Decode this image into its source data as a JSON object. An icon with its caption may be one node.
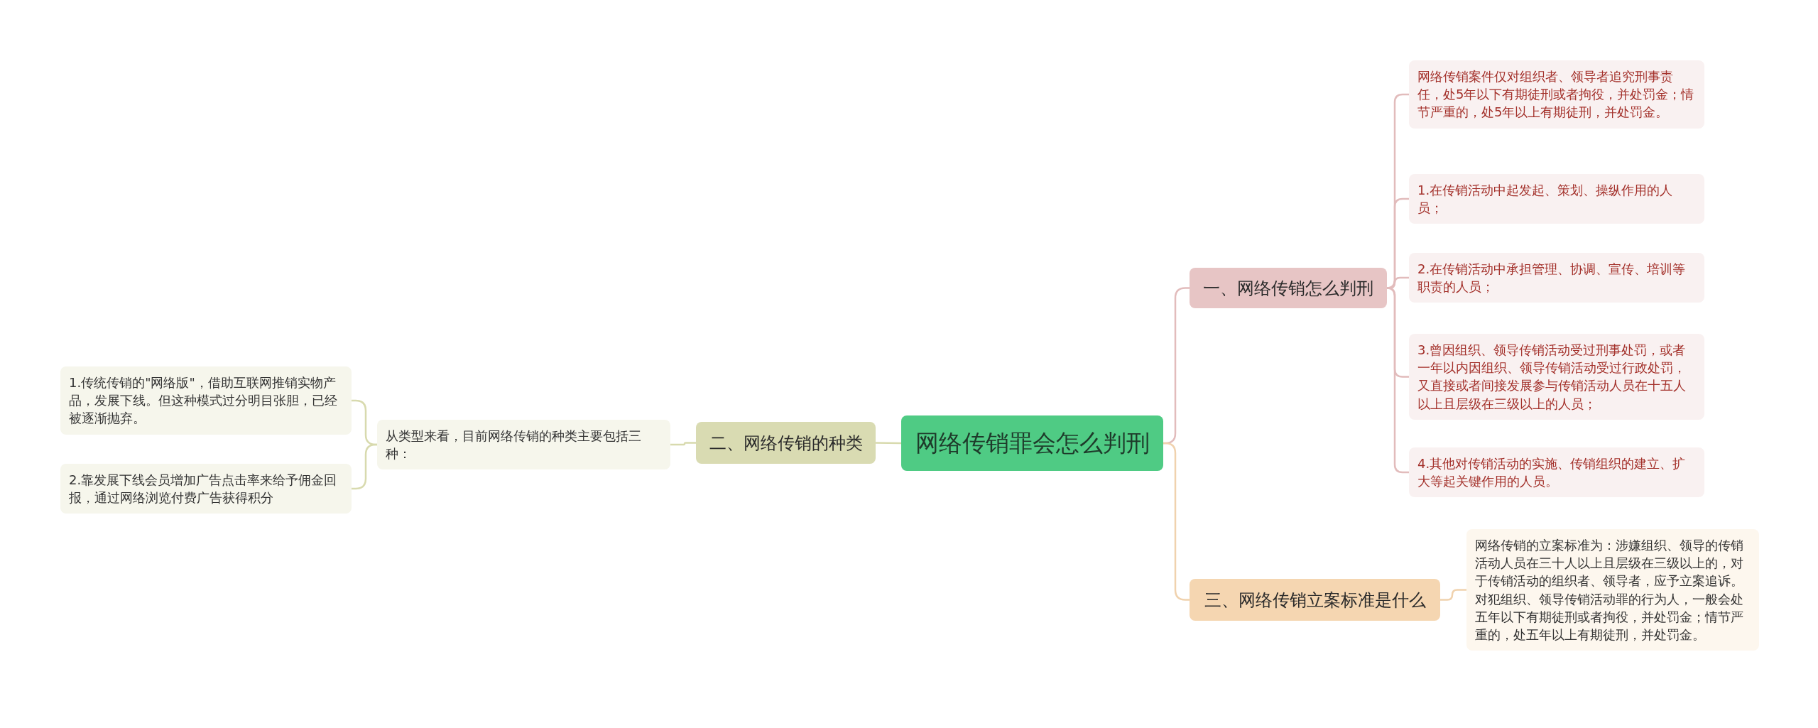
{
  "diagram": {
    "nodes": [
      {
        "text": [
          "网络传销罪会怎么判刑"
        ]
      },
      {
        "text": [
          "一、网络传销怎么判刑"
        ]
      },
      {
        "text": [
          "网络传销案件仅对组织者、领导者追究刑事责任，处5年以下有期徒刑或者拘役，并处罚金；情节严重的，处5年以上有期徒刑，并处罚金。"
        ]
      },
      {
        "text": [
          "1.在传销活动中起发起、策划、操纵作用的人员；"
        ]
      },
      {
        "text": [
          "2.在传销活动中承担管理、协调、宣传、培训等职责的人员；"
        ]
      },
      {
        "text": [
          "3.曾因组织、领导传销活动受过刑事处罚，或者一年以内因组织、领导传销活动受过行政处罚，又直接或者间接发展参与传销活动人员在十五人以上且层级在三级以上的人员；"
        ]
      },
      {
        "text": [
          "4.其他对传销活动的实施、传销组织的建立、扩大等起关键作用的人员。"
        ]
      },
      {
        "text": [
          "三、网络传销立案标准是什么"
        ]
      },
      {
        "text": [
          "网络传销的立案标准为：涉嫌组织、领导的传销活动人员在三十人以上且层级在三级以上的，对于传销活动的组织者、领导者，应予立案追诉。对犯组织、领导传销活动罪的行为人，一般会处五年以下有期徒刑或者拘役，并处罚金；情节严重的，处五年以上有期徒刑，并处罚金。"
        ]
      },
      {
        "text": [
          "二、网络传销的种类"
        ]
      },
      {
        "text": [
          "从类型来看，目前网络传销的种类主要包括三种："
        ]
      },
      {
        "text": [
          "1.传统传销的\"网络版\"，借助互联网推销实物产品，发展下线。但这种模式过分明目张胆，已经被逐渐抛弃。"
        ]
      },
      {
        "text": [
          "2.靠发展下线会员增加广告点击率来给予佣金回报，通过网络浏览付费广告获得积分"
        ]
      }
    ],
    "edges": [
      {
        "from": 0,
        "to": 1,
        "arrow": "none",
        "color": "#e2bcbc"
      },
      {
        "from": 1,
        "to": 2,
        "arrow": "none",
        "color": "#e2bcbc"
      },
      {
        "from": 1,
        "to": 3,
        "arrow": "none",
        "color": "#e2bcbc"
      },
      {
        "from": 1,
        "to": 4,
        "arrow": "none",
        "color": "#e2bcbc"
      },
      {
        "from": 1,
        "to": 5,
        "arrow": "none",
        "color": "#e2bcbc"
      },
      {
        "from": 1,
        "to": 6,
        "arrow": "none",
        "color": "#e2bcbc"
      },
      {
        "from": 0,
        "to": 7,
        "arrow": "none",
        "color": "#f0d2ae"
      },
      {
        "from": 7,
        "to": 8,
        "arrow": "none",
        "color": "#f0d2ae"
      },
      {
        "from": 0,
        "to": 9,
        "arrow": "none",
        "color": "#d8daae"
      },
      {
        "from": 9,
        "to": 10,
        "arrow": "none",
        "color": "#d8daae"
      },
      {
        "from": 10,
        "to": 11,
        "arrow": "none",
        "color": "#d8daae"
      },
      {
        "from": 10,
        "to": 12,
        "arrow": "none",
        "color": "#d8daae"
      }
    ]
  }
}
